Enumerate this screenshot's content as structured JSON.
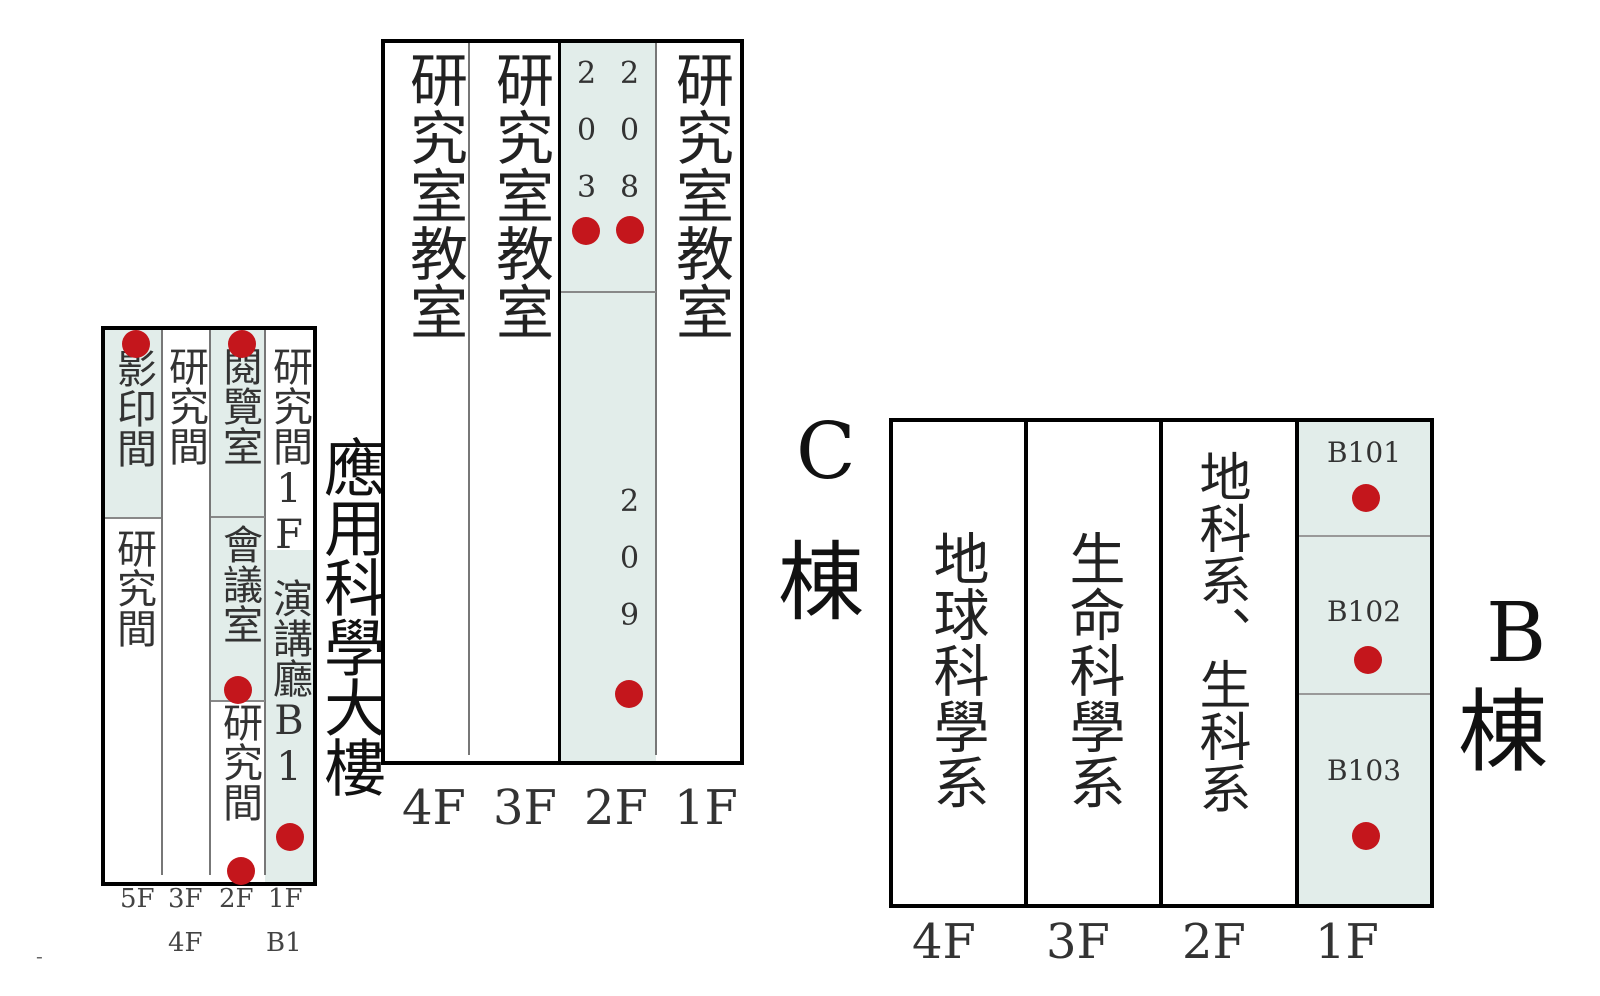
{
  "accent_color": "#c4161c",
  "shade_color": "#e2edea",
  "app_sci_building": {
    "name": "應用科學大樓",
    "col_5f_top": "影印間",
    "col_5f_bottom": "研究間",
    "col_3f4f": "研究間",
    "col_2f_top": "閱覽室",
    "col_2f_mid": "會議室",
    "col_2f_bottom": "研究間",
    "col_1f_top": "研究間1F",
    "col_1f_bottom": "演講廳B1",
    "floor_5f": "5F",
    "floor_3f": "3F",
    "floor_2f": "2F",
    "floor_1f": "1F",
    "floor_4f": "4F",
    "floor_b1": "B1"
  },
  "c_building": {
    "name_letter": "C",
    "name_char": "棟",
    "col_4f": "研究室教室",
    "col_3f": "研究室教室",
    "room_203": "203",
    "room_208": "208",
    "room_209": "209",
    "col_1f": "研究室教室",
    "floor_4f": "4F",
    "floor_3f": "3F",
    "floor_2f": "2F",
    "floor_1f": "1F"
  },
  "b_building": {
    "name_letter": "B",
    "name_char": "棟",
    "col_4f": "地球科學系",
    "col_3f": "生命科學系",
    "col_2f": "地科系、生科系",
    "room_b101": "B101",
    "room_b102": "B102",
    "room_b103": "B103",
    "floor_4f": "4F",
    "floor_3f": "3F",
    "floor_2f": "2F",
    "floor_1f": "1F"
  },
  "page_mark": "-"
}
